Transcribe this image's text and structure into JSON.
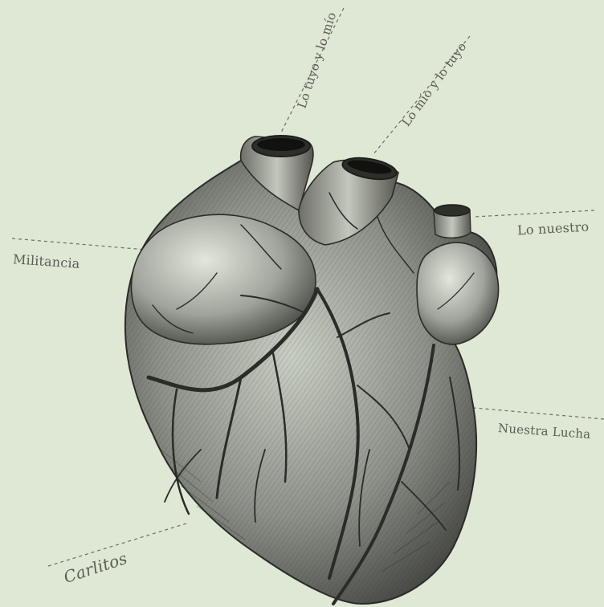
{
  "labels": {
    "lo_tuyo_y_lo_mio": "Lo tuyo y lo mío",
    "lo_mio_y_lo_tuyo": "Lo mío y lo tuyo",
    "lo_nuestro": "Lo nuestro",
    "militancia": "Militancia",
    "nuestra_lucha": "Nuestra Lucha",
    "carlitos": "Carlitos"
  },
  "colors": {
    "paper": "#dfe7d5",
    "ink": "#2b2b28",
    "label": "#5b5d55",
    "leader": "#6c6e66"
  },
  "illustration": "engraved anatomical heart"
}
